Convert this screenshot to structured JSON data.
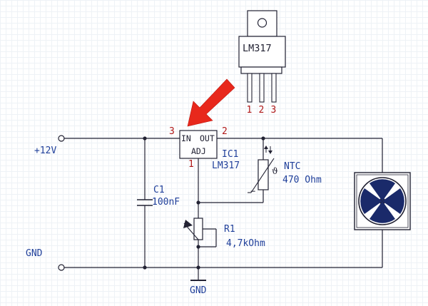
{
  "colors": {
    "wire": "#222233",
    "label": "#1f3f9a",
    "pin": "#b01818",
    "arrow": "#e8281c",
    "package_body": "#ffffff"
  },
  "package": {
    "part": "LM317",
    "pin_numbers": [
      "1",
      "2",
      "3"
    ]
  },
  "regulator": {
    "pin_in_number": "3",
    "pin_out_number": "2",
    "pin_adj_number": "1",
    "label_in": "IN",
    "label_out": "OUT",
    "label_adj": "ADJ",
    "ref": "IC1",
    "part": "LM317"
  },
  "supply": {
    "positive_label": "+12V",
    "ground_label": "GND",
    "ground_symbol_label": "GND"
  },
  "capacitor": {
    "ref": "C1",
    "value": "100nF"
  },
  "thermistor": {
    "ref": "NTC",
    "value": "470 Ohm",
    "sign": "−"
  },
  "potentiometer": {
    "ref": "R1",
    "value": "4,7kOhm"
  },
  "fan": {
    "icon": "fan-icon"
  }
}
